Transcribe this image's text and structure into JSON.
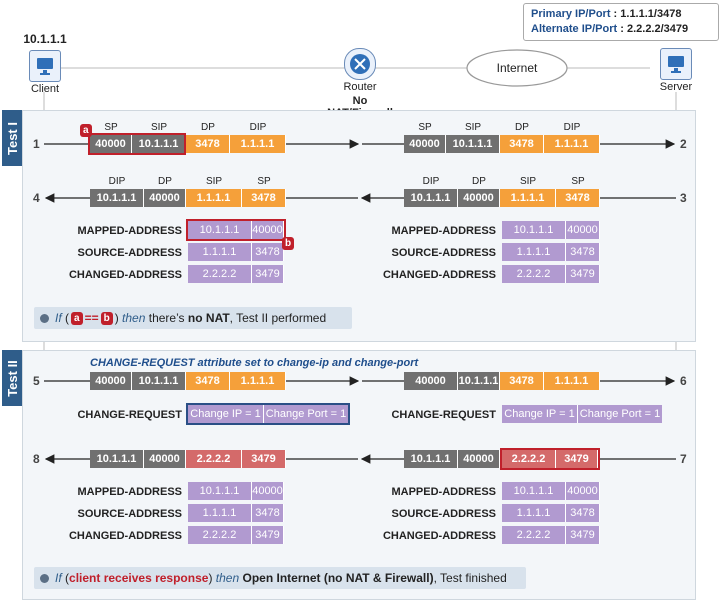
{
  "top": {
    "client_ip": "10.1.1.1",
    "client_label": "Client",
    "router_label": "Router",
    "router_caption": "No NAT/Firewall",
    "internet_label": "Internet",
    "server_label": "Server",
    "primary_key": "Primary IP/Port",
    "primary_val": ": 1.1.1.1/3478",
    "alternate_key": "Alternate IP/Port",
    "alternate_val": ": 2.2.2.2/3479"
  },
  "test1": {
    "tab": "Test I",
    "headers_fwd": [
      "SP",
      "SIP",
      "DP",
      "DIP"
    ],
    "headers_rev": [
      "DIP",
      "DP",
      "SIP",
      "SP"
    ],
    "step1": "1",
    "step2": "2",
    "step3": "3",
    "step4": "4",
    "pkt_fwd": [
      "40000",
      "10.1.1.1",
      "3478",
      "1.1.1.1"
    ],
    "pkt_rev": [
      "10.1.1.1",
      "40000",
      "1.1.1.1",
      "3478"
    ],
    "attr_labels": [
      "MAPPED-ADDRESS",
      "SOURCE-ADDRESS",
      "CHANGED-ADDRESS"
    ],
    "attr_vals": [
      [
        "10.1.1.1",
        "40000"
      ],
      [
        "1.1.1.1",
        "3478"
      ],
      [
        "2.2.2.2",
        "3479"
      ]
    ],
    "badge_a": "a",
    "badge_b": "b",
    "note_if": "If",
    "note_open": "(",
    "note_eq": "==",
    "note_close": ")",
    "note_then": "then",
    "note_rest1": "there’s",
    "note_bold": "no NAT",
    "note_rest2": ", Test II performed"
  },
  "test2": {
    "tab": "Test II",
    "change_caption": "CHANGE-REQUEST attribute set to change-ip and change-port",
    "step5": "5",
    "step6": "6",
    "step7": "7",
    "step8": "8",
    "pkt_fwd": [
      "40000",
      "10.1.1.1",
      "3478",
      "1.1.1.1"
    ],
    "change_label": "CHANGE-REQUEST",
    "change_vals": [
      "Change IP = 1",
      "Change Port = 1"
    ],
    "pkt_rev": [
      "10.1.1.1",
      "40000",
      "2.2.2.2",
      "3479"
    ],
    "attr_labels": [
      "MAPPED-ADDRESS",
      "SOURCE-ADDRESS",
      "CHANGED-ADDRESS"
    ],
    "attr_vals": [
      [
        "10.1.1.1",
        "40000"
      ],
      [
        "1.1.1.1",
        "3478"
      ],
      [
        "2.2.2.2",
        "3479"
      ]
    ],
    "note_if": "If",
    "note_open": "(",
    "note_red": "client receives response",
    "note_close": ")",
    "note_then": "then",
    "note_bold": "Open Internet (no NAT & Firewall)",
    "note_rest": ", Test finished"
  },
  "colors": {
    "gray": "#707070",
    "orange": "#f5a03a",
    "purple": "#b19ad0",
    "red_cell": "#d46a6a",
    "highlight": "#c0202b",
    "tab": "#2f5d8a"
  }
}
